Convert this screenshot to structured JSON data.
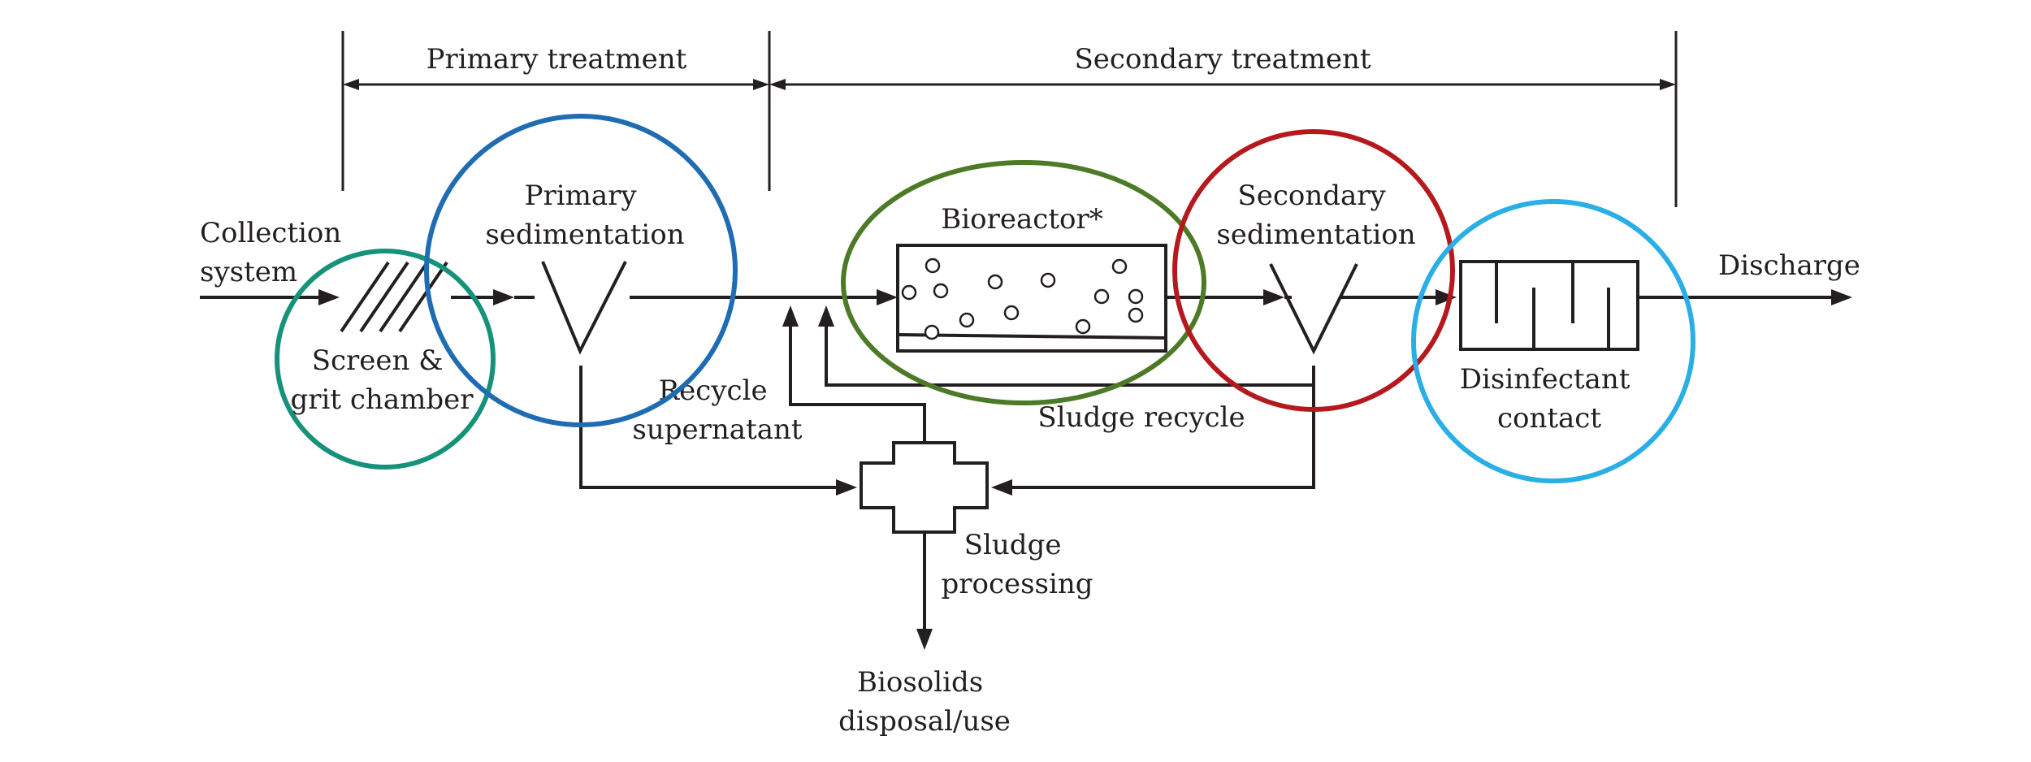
{
  "headers": {
    "primary_treatment": "Primary treatment",
    "secondary_treatment": "Secondary treatment"
  },
  "labels": {
    "collection_system": [
      "Collection",
      "system"
    ],
    "screen_grit": [
      "Screen &",
      "grit chamber"
    ],
    "primary_sedimentation": [
      "Primary",
      "sedimentation"
    ],
    "recycle_supernatant": [
      "Recycle",
      "supernatant"
    ],
    "bioreactor": "Bioreactor*",
    "sludge_recycle": "Sludge recycle",
    "secondary_sedimentation": [
      "Secondary",
      "sedimentation"
    ],
    "disinfectant_contact": [
      "Disinfectant",
      "contact"
    ],
    "discharge": "Discharge",
    "sludge_processing": [
      "Sludge",
      "processing"
    ],
    "biosolids": [
      "Biosolids",
      "disposal/use"
    ]
  },
  "highlight_colors": {
    "screen_grit": "#16927a",
    "primary_sedimentation": "#1f6cb3",
    "bioreactor": "#4d7a26",
    "secondary_sedimentation": "#b5191e",
    "disinfectant_contact": "#29aee6"
  }
}
